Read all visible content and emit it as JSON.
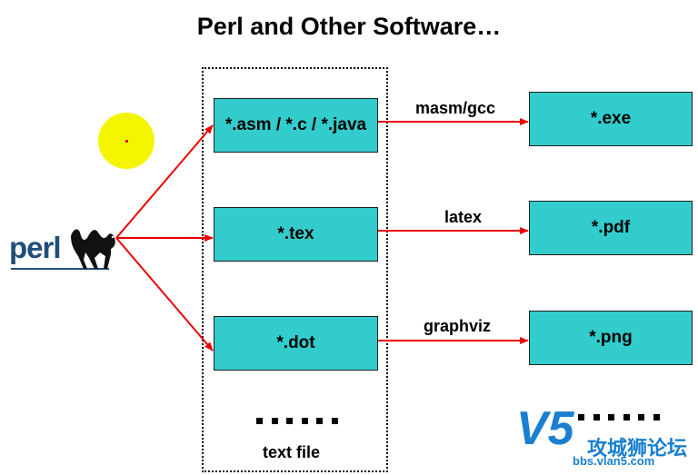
{
  "title": "Perl and Other Software…",
  "source_boxes": [
    {
      "label": "*.asm / *.c / *.java"
    },
    {
      "label": "*.tex"
    },
    {
      "label": "*.dot"
    }
  ],
  "target_boxes": [
    {
      "label": "*.exe"
    },
    {
      "label": "*.pdf"
    },
    {
      "label": "*.png"
    }
  ],
  "tools": [
    "masm/gcc",
    "latex",
    "graphviz"
  ],
  "text_file_label": "text file",
  "logo_text": "perl",
  "watermark": {
    "brand": "V5",
    "chinese": "攻城狮论坛",
    "url": "bbs.vlan5.com"
  },
  "colors": {
    "box_fill": "#33cccc",
    "arrow": "#ee0000",
    "highlight_circle": "#f5f500",
    "perl_blue": "#1f4e7a"
  }
}
